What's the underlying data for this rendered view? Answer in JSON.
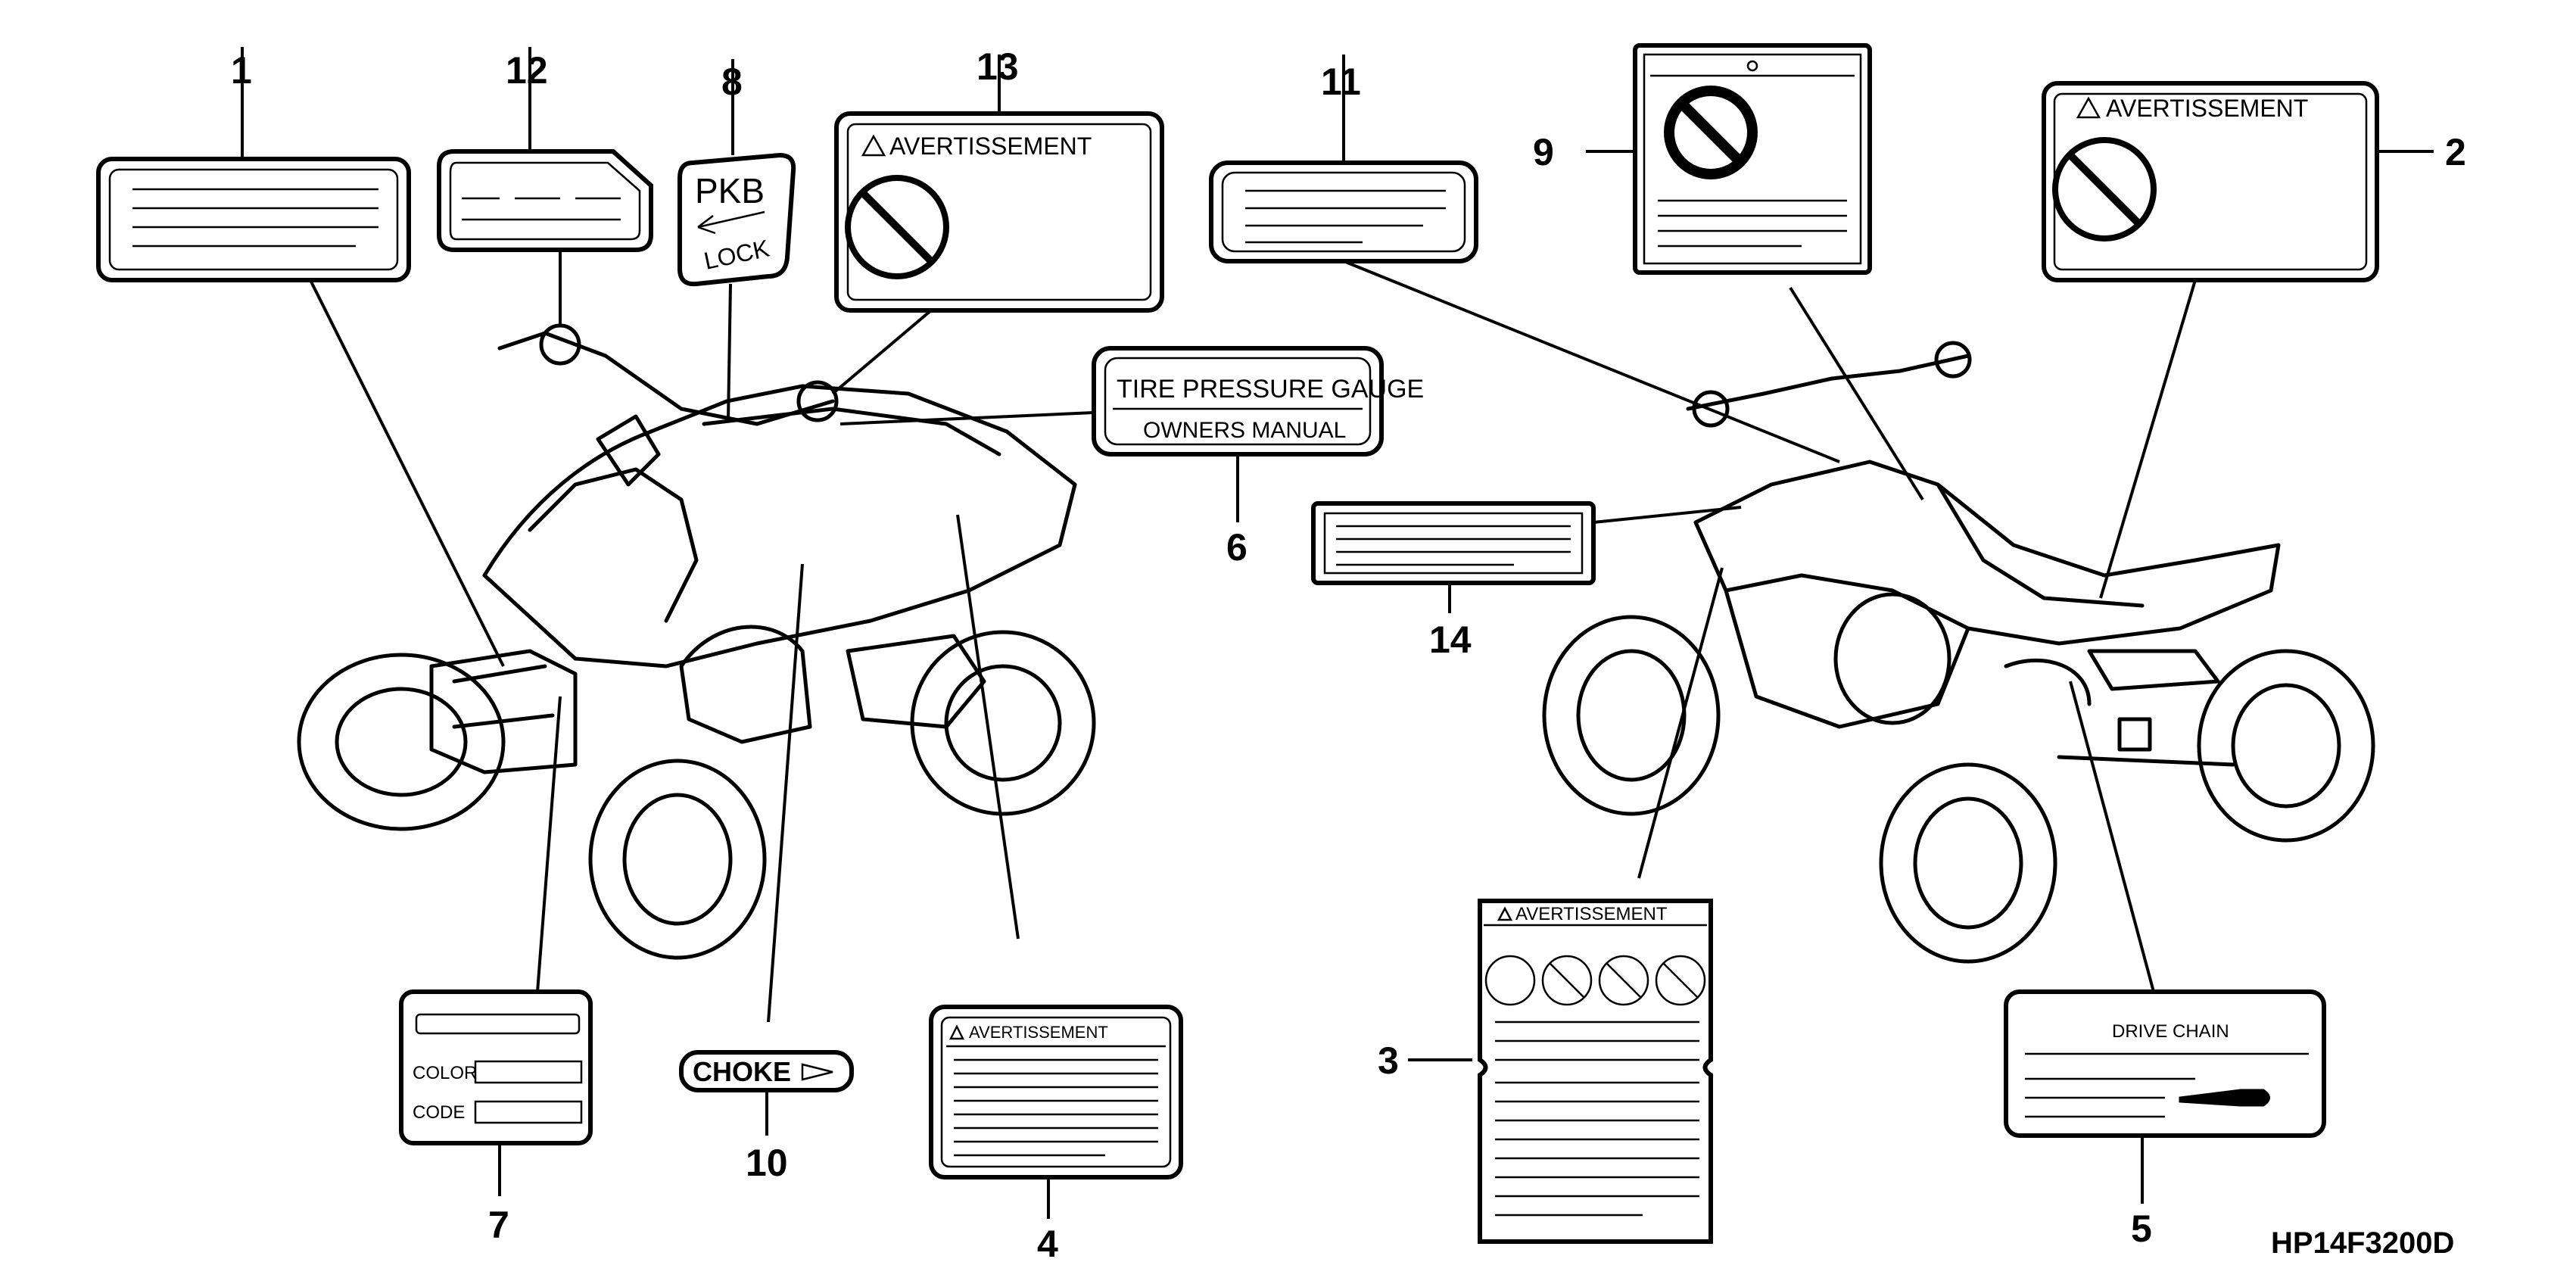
{
  "figure_code": "HP14F3200D",
  "callouts": {
    "c1": "1",
    "c2": "2",
    "c3": "3",
    "c4": "4",
    "c5": "5",
    "c6": "6",
    "c7": "7",
    "c8": "8",
    "c9": "9",
    "c10": "10",
    "c11": "11",
    "c12": "12",
    "c13": "13",
    "c14": "14"
  },
  "labels": {
    "warning_header": "AVERTISSEMENT",
    "tire_pressure_gauge": "TIRE PRESSURE GAUGE",
    "owners_manual": "OWNERS MANUAL",
    "pkb": "PKB",
    "lock": "LOCK",
    "choke": "CHOKE",
    "color": "COLOR",
    "code": "CODE",
    "drive_chain": "DRIVE CHAIN"
  }
}
